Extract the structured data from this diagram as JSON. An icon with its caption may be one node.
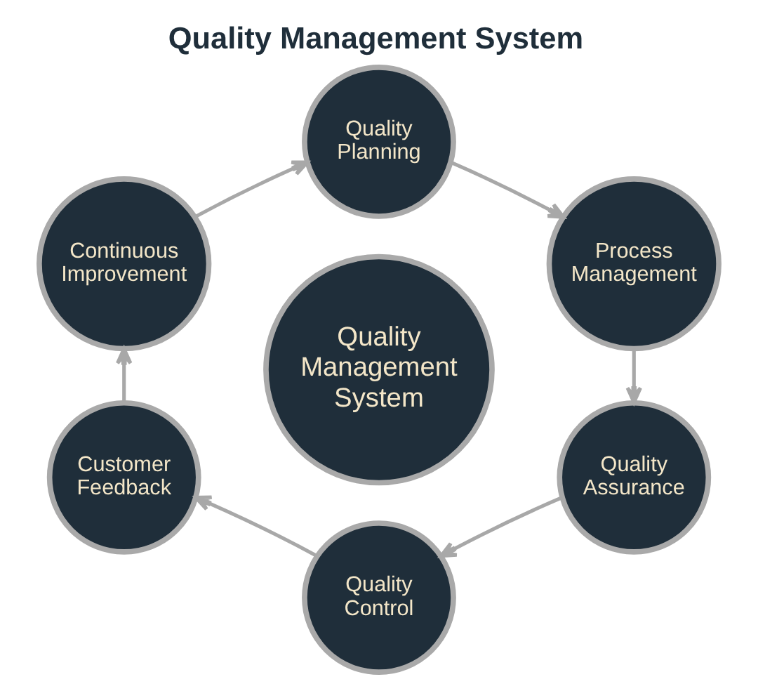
{
  "diagram": {
    "title": "Quality Management System",
    "nodes": [
      {
        "text": [
          "Quality Planning"
        ]
      },
      {
        "text": [
          "Continuous Improvement"
        ]
      },
      {
        "text": [
          "Process Management"
        ]
      },
      {
        "text": [
          "Quality Management System"
        ]
      },
      {
        "text": [
          "Customer Feedback"
        ]
      },
      {
        "text": [
          "Quality Assurance"
        ]
      },
      {
        "text": [
          "Quality Control"
        ]
      }
    ],
    "edges": [
      {
        "from": 0,
        "to": 2,
        "arrow": "to"
      },
      {
        "from": 2,
        "to": 5,
        "arrow": "to"
      },
      {
        "from": 5,
        "to": 6,
        "arrow": "to"
      },
      {
        "from": 6,
        "to": 4,
        "arrow": "to"
      },
      {
        "from": 4,
        "to": 1,
        "arrow": "to"
      },
      {
        "from": 1,
        "to": 0,
        "arrow": "to"
      }
    ]
  }
}
